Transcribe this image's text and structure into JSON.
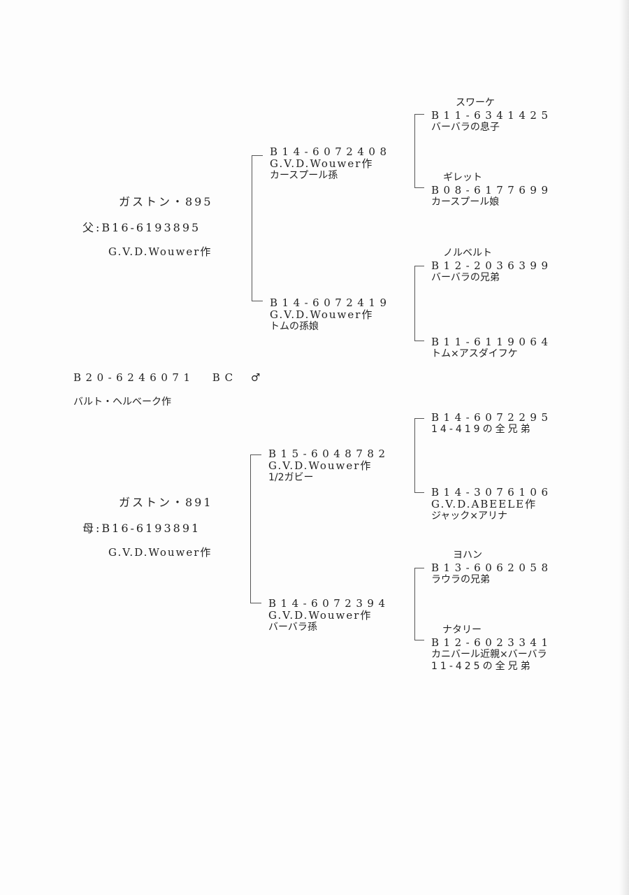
{
  "subject": {
    "ring": "B20-6246071",
    "color": "BC",
    "sex": "♂",
    "breeder": "バルト・ヘルベーク作"
  },
  "sire": {
    "name": "ガストン・895",
    "ring": "父:B16-6193895",
    "breeder": "G.V.D.Wouwer作"
  },
  "dam": {
    "name": "ガストン・891",
    "ring": "母:B16-6193891",
    "breeder": "G.V.D.Wouwer作"
  },
  "gen2": [
    {
      "ring": "B14-6072408",
      "breeder": "G.V.D.Wouwer作",
      "note": "カースプール孫"
    },
    {
      "ring": "B14-6072419",
      "breeder": "G.V.D.Wouwer作",
      "note": "トムの孫娘"
    },
    {
      "ring": "B15-6048782",
      "breeder": "G.V.D.Wouwer作",
      "note": "1/2ガビー"
    },
    {
      "ring": "B14-6072394",
      "breeder": "G.V.D.Wouwer作",
      "note": "バーバラ孫"
    }
  ],
  "gen3": [
    {
      "name": "スワーケ",
      "ring": "B11-6341425",
      "note": "バーバラの息子"
    },
    {
      "name": "ギレット",
      "ring": "B08-6177699",
      "note": "カースプール娘"
    },
    {
      "name": "ノルベルト",
      "ring": "B12-2036399",
      "note": "バーバラの兄弟"
    },
    {
      "ring": "B11-6119064",
      "note": "トム×アスダイフケ"
    },
    {
      "ring": "B14-6072295",
      "note": "14-419の全兄弟"
    },
    {
      "ring": "B14-3076106",
      "breeder": "G.V.D.ABEELE作",
      "note": "ジャック×アリナ"
    },
    {
      "name": "ヨハン",
      "ring": "B13-6062058",
      "note": "ラウラの兄弟"
    },
    {
      "name": "ナタリー",
      "ring": "B12-6023341",
      "note": "カニバール近親×バーバラ",
      "note2": "11-425の全兄弟"
    }
  ]
}
